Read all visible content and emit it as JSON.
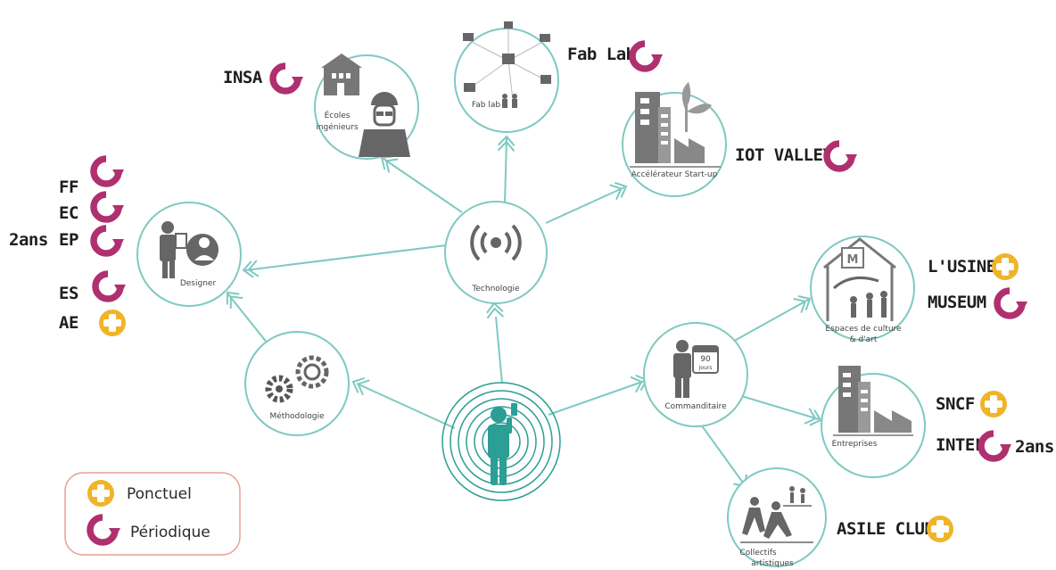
{
  "nodes": {
    "technologie": "Technologie",
    "designer": "Designer",
    "methodologie": "Méthodologie",
    "ecoles_line1": "Écoles",
    "ecoles_line2": "ingénieurs",
    "fablab": "Fab lab",
    "accelerateur": "Accélérateur Start-up",
    "commanditaire": "Commanditaire",
    "calendar_number": "90",
    "calendar_unit": "jours",
    "culture_line1": "Espaces de culture",
    "culture_line2": "& d'art",
    "museum_letter": "M",
    "entreprises": "Entreprises",
    "collectifs_line1": "Collectifs",
    "collectifs_line2": "artistiques"
  },
  "partners": {
    "insa": "INSA",
    "fablab": "Fab Lab",
    "iot_valley": "IOT VALLEY",
    "lusine": "L'USINE",
    "museum": "MUSEUM",
    "sncf": "SNCF",
    "intel": "INTEL",
    "intel_duration": "2ans",
    "asile_club": "ASILE CLUB"
  },
  "formations": {
    "ff": "FF",
    "ec": "EC",
    "ep": "EP",
    "ep_duration": "2ans",
    "es": "ES",
    "ae": "AE"
  },
  "legend": {
    "punctual": "Ponctuel",
    "periodic": "Périodique"
  },
  "colors": {
    "periodic": "#b0306f",
    "punctual": "#f0b429",
    "edge": "#7ec9c2",
    "center": "#2b9e95"
  }
}
